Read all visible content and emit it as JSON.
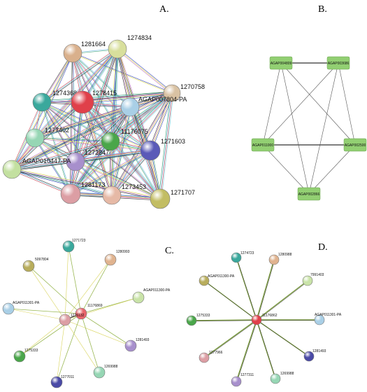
{
  "panels": {
    "a": {
      "letter": "A.",
      "nodes": [
        {
          "id": "n1281664",
          "label": "1281664",
          "color": "#d9b08c"
        },
        {
          "id": "n1274834",
          "label": "1274834",
          "color": "#d8df9c"
        },
        {
          "id": "n1270758",
          "label": "1270758",
          "color": "#d9c2a3"
        },
        {
          "id": "n1274368",
          "label": "1274368",
          "color": "#3aa89c"
        },
        {
          "id": "n1278415",
          "label": "1278415",
          "color": "#e0404a"
        },
        {
          "id": "nAGAP007804",
          "label": "AGAP007804-PA",
          "color": "#a9cfe6"
        },
        {
          "id": "n1277402",
          "label": "1277402",
          "color": "#96d6b4"
        },
        {
          "id": "n11176075",
          "label": "11176075",
          "color": "#4aa64a"
        },
        {
          "id": "n1271603",
          "label": "1271603",
          "color": "#5a5ab8"
        },
        {
          "id": "n1272847",
          "label": "1272847",
          "color": "#a78fcc"
        },
        {
          "id": "nAGAP010447",
          "label": "AGAP010447-PA",
          "color": "#c3e0a0"
        },
        {
          "id": "n1281173",
          "label": "1281173",
          "color": "#dc9ea4"
        },
        {
          "id": "n1273453",
          "label": "1273453",
          "color": "#e6b9a6"
        },
        {
          "id": "n1271707",
          "label": "1271707",
          "color": "#c2bd63"
        }
      ]
    },
    "b": {
      "letter": "B.",
      "nodes": [
        {
          "id": "b1",
          "label": "AGAP004809"
        },
        {
          "id": "b2",
          "label": "AGAP003686"
        },
        {
          "id": "b3",
          "label": "AGAP011000"
        },
        {
          "id": "b4",
          "label": "AGAP002500"
        },
        {
          "id": "b5",
          "label": "AGAP002866"
        }
      ],
      "node_color": "#92cf72"
    },
    "c": {
      "letter": "C.",
      "hub1": {
        "label": "11176869",
        "color": "#e8656b"
      },
      "hub2": {
        "label": "1276132",
        "color": "#dc9ea4"
      },
      "nodes": [
        {
          "id": "c1",
          "label": "1271723",
          "color": "#3aa89c"
        },
        {
          "id": "c2",
          "label": "1280993",
          "color": "#e0b38f"
        },
        {
          "id": "c3",
          "label": "5097804",
          "color": "#b8ad5c"
        },
        {
          "id": "c4",
          "label": "AGAP011300-PA",
          "color": "#c9e3a8"
        },
        {
          "id": "c5",
          "label": "AGAP011301-PA",
          "color": "#a9cfe6"
        },
        {
          "id": "c6",
          "label": "1281493",
          "color": "#a78fcc"
        },
        {
          "id": "c7",
          "label": "1275333",
          "color": "#4aa64a"
        },
        {
          "id": "c8",
          "label": "1277011",
          "color": "#4a4aa6"
        },
        {
          "id": "c9",
          "label": "1269988",
          "color": "#96d6b4"
        }
      ]
    },
    "d": {
      "letter": "D.",
      "hub": {
        "label": "11176862",
        "color": "#e0404a"
      },
      "nodes": [
        {
          "id": "d1",
          "label": "1274723",
          "color": "#3aa89c"
        },
        {
          "id": "d2",
          "label": "1280988",
          "color": "#e0b38f"
        },
        {
          "id": "d3",
          "label": "AGAP011300-PA",
          "color": "#b8ad5c"
        },
        {
          "id": "d4",
          "label": "7991403",
          "color": "#c9e3a8"
        },
        {
          "id": "d5",
          "label": "1275333",
          "color": "#4aa64a"
        },
        {
          "id": "d6",
          "label": "AGAP011301-PA",
          "color": "#a9cfe6"
        },
        {
          "id": "d7",
          "label": "1277966",
          "color": "#dc9ea4"
        },
        {
          "id": "d8",
          "label": "1281493",
          "color": "#4a4aa6"
        },
        {
          "id": "d9",
          "label": "1277311",
          "color": "#a78fcc"
        },
        {
          "id": "d10",
          "label": "1269988",
          "color": "#96d6b4"
        }
      ]
    }
  },
  "edge_colors": [
    "#6fb8e0",
    "#38a070",
    "#2f3fbf",
    "#e0df4a",
    "#c070c0",
    "#333333",
    "#70d0e0",
    "#d04050"
  ]
}
